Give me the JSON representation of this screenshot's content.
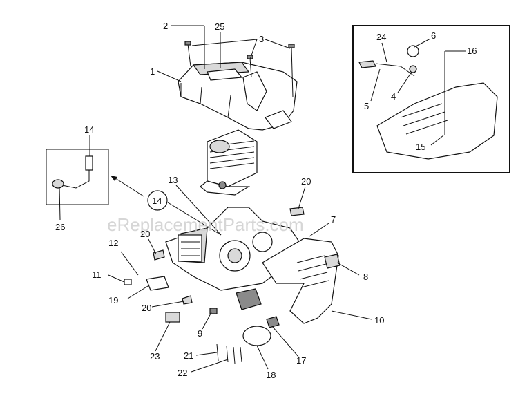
{
  "watermark": "eReplacementParts.com",
  "labels": {
    "l1": "1",
    "l2": "2",
    "l3": "3",
    "l4": "4",
    "l5": "5",
    "l6": "6",
    "l7": "7",
    "l8": "8",
    "l9": "9",
    "l10": "10",
    "l11": "11",
    "l12": "12",
    "l13": "13",
    "l14_top": "14",
    "l14_circ": "14",
    "l15": "15",
    "l16": "16",
    "l17": "17",
    "l18": "18",
    "l19": "19",
    "l20_a": "20",
    "l20_b": "20",
    "l20_c": "20",
    "l21": "21",
    "l22": "22",
    "l23": "23",
    "l24": "24",
    "l25": "25",
    "l26": "26"
  }
}
